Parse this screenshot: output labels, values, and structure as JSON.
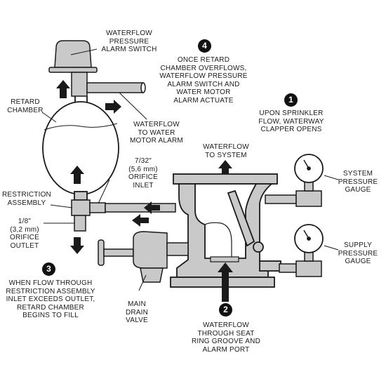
{
  "labels": {
    "pressure_switch": "WATERFLOW\nPRESSURE\nALARM SWITCH",
    "retard_chamber": "RETARD\nCHAMBER",
    "waterflow_motor": "WATERFLOW\nTO WATER\nMOTOR ALARM",
    "orifice_inlet": "7/32\"\n(5,6 mm)\nORIFICE\nINLET",
    "restriction_assembly": "RESTRICTION\nASSEMBLY",
    "orifice_outlet": "1/8\"\n(3,2 mm)\nORIFICE\nOUTLET",
    "waterflow_system": "WATERFLOW\nTO SYSTEM",
    "system_gauge": "SYSTEM\nPRESSURE\nGAUGE",
    "supply_gauge": "SUPPLY\nPRESSURE\nGAUGE",
    "main_drain": "MAIN\nDRAIN\nVALVE"
  },
  "steps": [
    {
      "number": "1",
      "text": "UPON SPRINKLER\nFLOW, WATERWAY\nCLAPPER OPENS"
    },
    {
      "number": "2",
      "text": "WATERFLOW\nTHROUGH SEAT\nRING GROOVE AND\nALARM PORT"
    },
    {
      "number": "3",
      "text": "WHEN FLOW THROUGH\nRESTRICTION ASSEMBLY\nINLET EXCEEDS OUTLET,\nRETARD CHAMBER\nBEGINS TO FILL"
    },
    {
      "number": "4",
      "text": "ONCE RETARD\nCHAMBER OVERFLOWS,\nWATERFLOW PRESSURE\nALARM SWITCH AND\nWATER MOTOR\nALARM ACTUATE"
    }
  ],
  "colors": {
    "line": "#1a1a1a",
    "body_fill": "#c9c9c9",
    "chamber_fill": "#ffffff",
    "background": "#ffffff"
  }
}
